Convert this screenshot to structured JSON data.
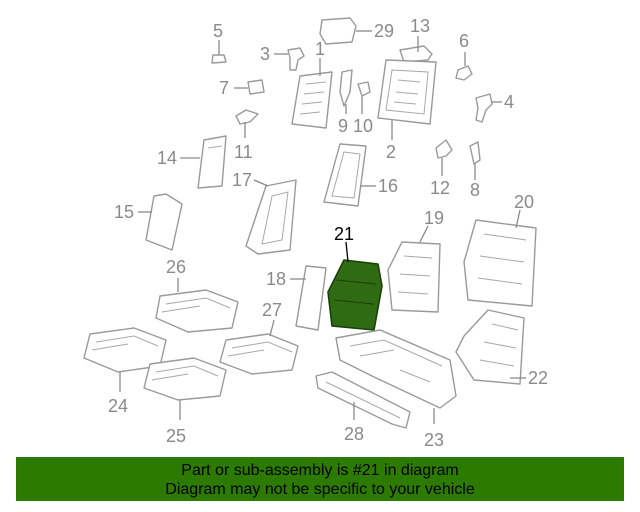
{
  "parts": {
    "p1": "1",
    "p2": "2",
    "p3": "3",
    "p4": "4",
    "p5": "5",
    "p6": "6",
    "p7": "7",
    "p8": "8",
    "p9": "9",
    "p10": "10",
    "p11": "11",
    "p12": "12",
    "p13": "13",
    "p14": "14",
    "p15": "15",
    "p16": "16",
    "p17": "17",
    "p18": "18",
    "p19": "19",
    "p20": "20",
    "p21": "21",
    "p22": "22",
    "p23": "23",
    "p24": "24",
    "p25": "25",
    "p26": "26",
    "p27": "27",
    "p28": "28",
    "p29": "29"
  },
  "highlight": {
    "part": "21",
    "color": "#2f6b12"
  },
  "banner": {
    "line1": "Part or sub-assembly is #21 in diagram",
    "line2": "Diagram may not be specific to your vehicle",
    "color": "#2c7a00"
  }
}
